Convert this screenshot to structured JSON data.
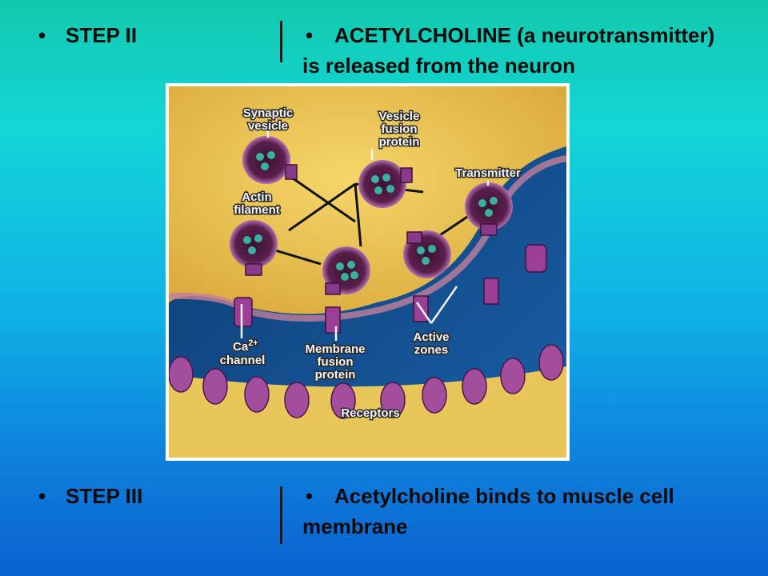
{
  "step2": {
    "bullet": "•",
    "title": "STEP II",
    "desc_bullet": "•",
    "desc_line1": "ACETYLCHOLINE (a neurotransmitter)",
    "desc_line2": "is released from the neuron"
  },
  "step3": {
    "bullet": "•",
    "title": "STEP III",
    "desc_bullet": "•",
    "desc_line1": "Acetylcholine binds to muscle cell",
    "desc_line2": "membrane"
  },
  "figure": {
    "labels": {
      "synaptic_1": "Synaptic",
      "synaptic_2": "vesicle",
      "vfp_1": "Vesicle",
      "vfp_2": "fusion",
      "vfp_3": "protein",
      "transmitter": "Transmitter",
      "actin_1": "Actin",
      "actin_2": "filament",
      "ca_1": "Ca",
      "ca_sup": "2+",
      "ca_2": "channel",
      "mfp_1": "Membrane",
      "mfp_2": "fusion",
      "mfp_3": "protein",
      "active_1": "Active",
      "active_2": "zones",
      "receptors": "Receptors"
    }
  }
}
